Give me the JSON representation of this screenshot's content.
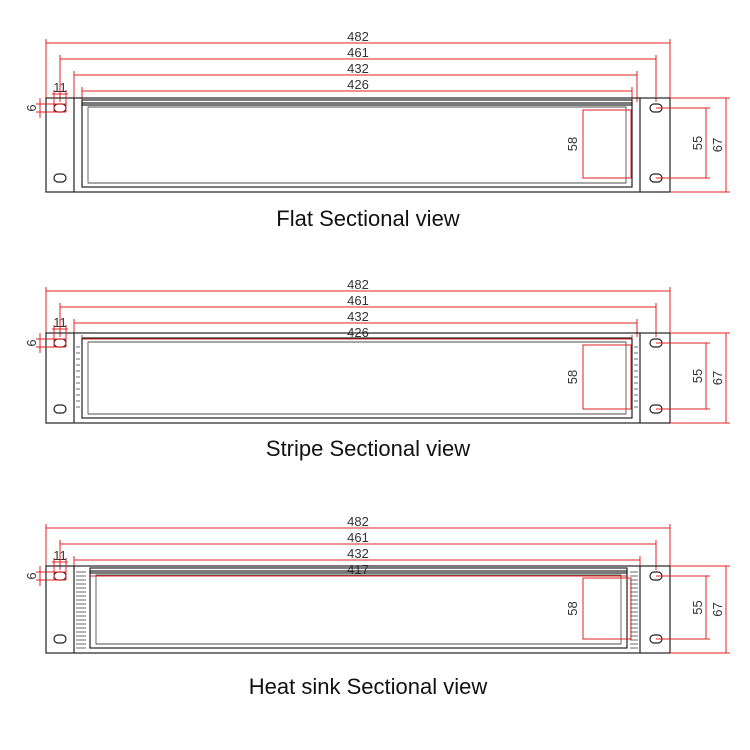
{
  "colors": {
    "dimension": "#e02020",
    "outline": "#222222",
    "text": "#333333"
  },
  "views": [
    {
      "caption": "Flat Sectional view",
      "style": "flat",
      "widths": [
        "482",
        "461",
        "432",
        "426"
      ],
      "ear_hole": "11",
      "ear_offset": "6",
      "window_height": "58",
      "hole_spacing": "55",
      "total_height": "67"
    },
    {
      "caption": "Stripe Sectional view",
      "style": "stripe",
      "widths": [
        "482",
        "461",
        "432",
        "426"
      ],
      "ear_hole": "11",
      "ear_offset": "6",
      "window_height": "58",
      "hole_spacing": "55",
      "total_height": "67"
    },
    {
      "caption": "Heat sink Sectional view",
      "style": "heatsink",
      "widths": [
        "482",
        "461",
        "432",
        "417"
      ],
      "ear_hole": "11",
      "ear_offset": "6",
      "window_height": "58",
      "hole_spacing": "55",
      "total_height": "67"
    }
  ]
}
